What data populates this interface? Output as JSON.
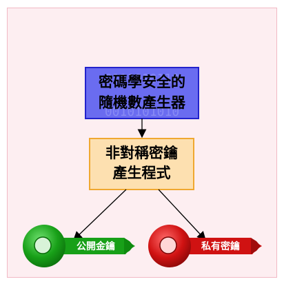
{
  "rng_box": {
    "line1": "密碼學安全的",
    "line2": "隨機數產生器",
    "digits_line1": "0111010110",
    "digits_line2": "0010101010"
  },
  "keygen_box": {
    "line1": "非對稱密鑰",
    "line2": "產生程式"
  },
  "public_key": {
    "label": "公開金鑰",
    "color": "#16a016"
  },
  "private_key": {
    "label": "私有密鑰",
    "color": "#d01212"
  },
  "colors": {
    "background": "#fdeef1",
    "rng_fill": "#6a6cf0",
    "rng_border": "#2222cc",
    "keygen_fill": "#fde0b0",
    "keygen_border": "#f0a830"
  }
}
